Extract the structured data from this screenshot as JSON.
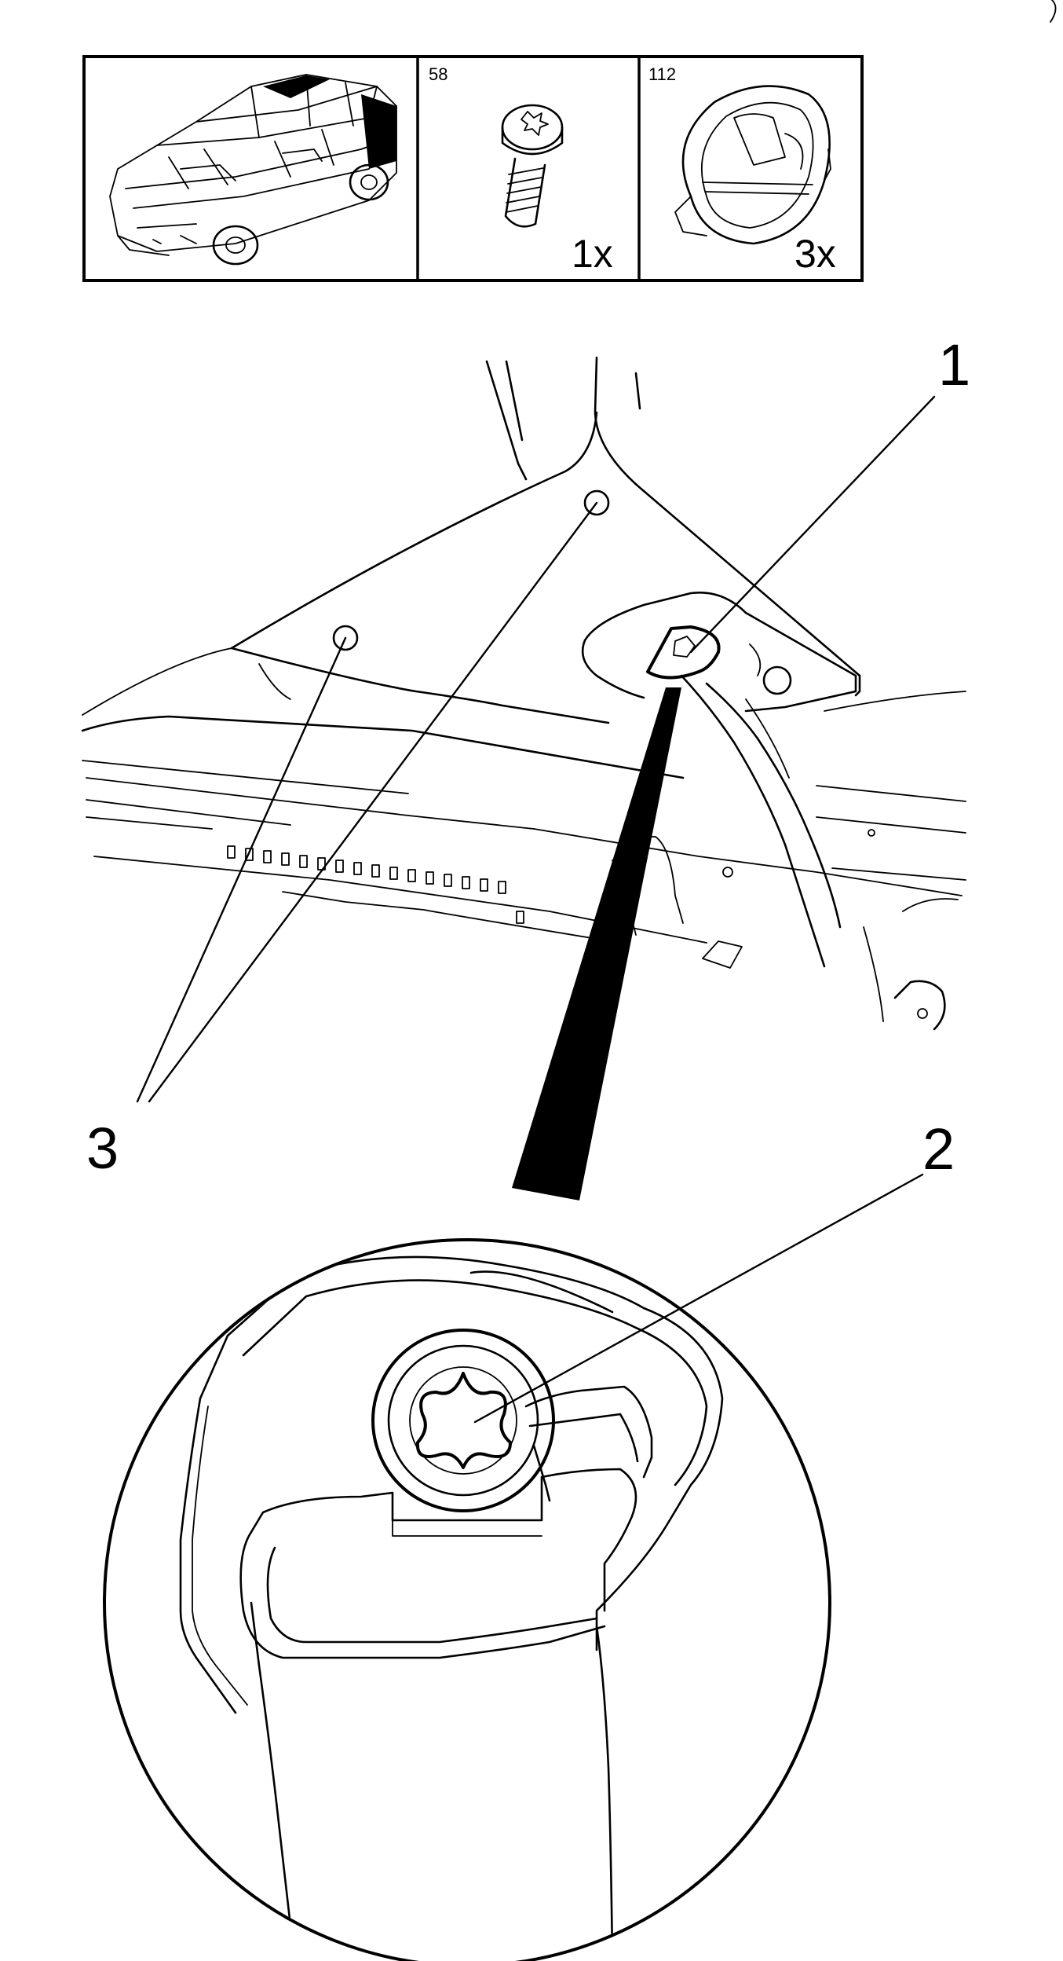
{
  "parts_panel": {
    "screw": {
      "ref": "58",
      "qty": "1x",
      "icon": "torx-screw-icon"
    },
    "clip": {
      "ref": "112",
      "qty": "3x",
      "icon": "trim-clip-icon"
    },
    "vehicle_icon": "vehicle-body-icon"
  },
  "callouts": {
    "c1": "1",
    "c2": "2",
    "c3": "3"
  },
  "colors": {
    "line": "#000000",
    "background": "#ffffff"
  }
}
